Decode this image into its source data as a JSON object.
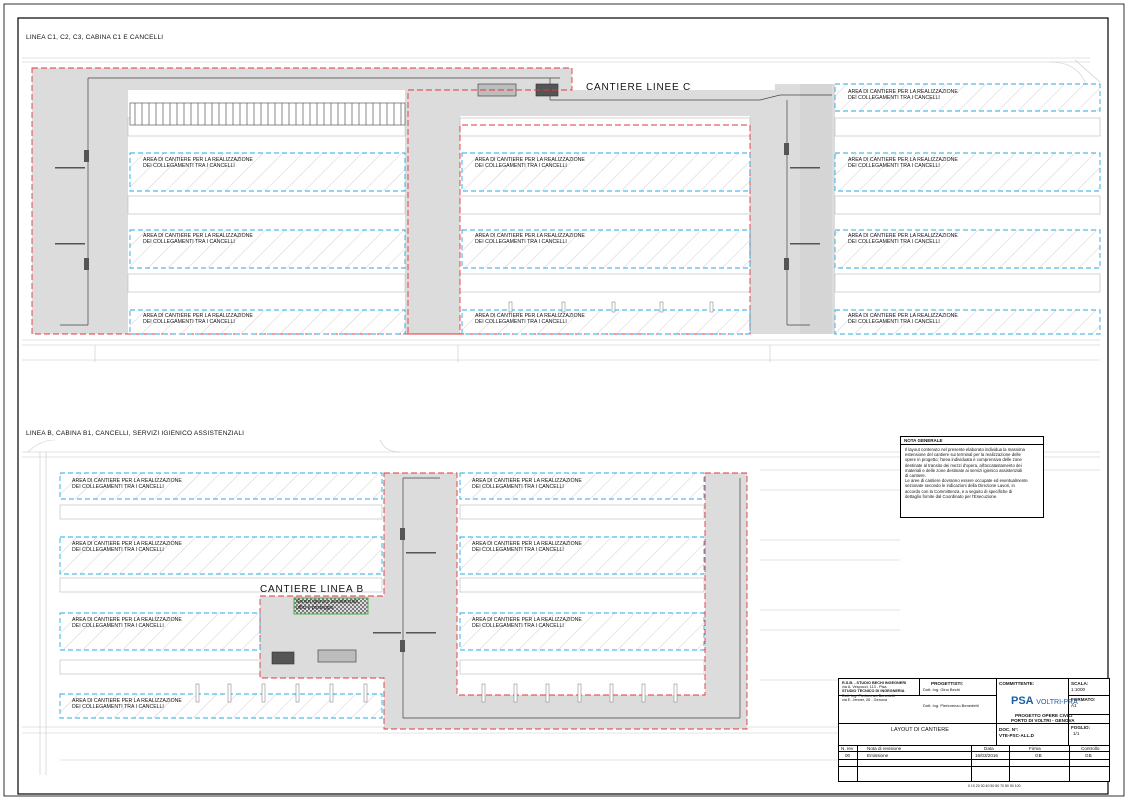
{
  "sections": {
    "top_title": "LINEA C1, C2, C3, CABINA C1 E CANCELLI",
    "bottom_title": "LINEA B, CABINA B1, CANCELLI, SERVIZI IGIENICO ASSISTENZIALI"
  },
  "sites": {
    "linea_c": "CANTIERE LINEE C",
    "linea_b": "CANTIERE LINEA B"
  },
  "area_label": {
    "line1": "AREA DI CANTIERE PER LA REALIZZAZIONE",
    "line2": "DEI COLLEGAMENTI TRA I CANCELLI"
  },
  "green_area": {
    "line1": "Servizi igienico assistenziali,",
    "line2": "uffici e posteggio"
  },
  "notes": {
    "heading": "NOTA GENERALE",
    "body": [
      "Il layout contenuto nel presente elaborato individua la massima",
      "estensione del cantiere sui terminal per la realizzazione delle",
      "opere in progetto; l'area individuata è comprensiva delle zone",
      "destinate al transito dei mezzi d'opera, all'accatastamento dei",
      "materiali e delle zone destinate ai servizi igienico assistenziali",
      "di cantiere.",
      "Le aree di cantiere dovranno essere occupate ed eventualmente",
      "sezionate secondo le indicazioni della Direzione Lavori, in",
      "accordo con la Committenza, e a seguito di specifiche di",
      "dettaglio fornite dal Coordinato per l'Esecuzione."
    ]
  },
  "title_block": {
    "studio": [
      "R.S.B. - STUDIO BECHI INGEGNERI",
      "via A. Vespucci, 113 - Pisa",
      "STUDIO TECNICO DI INGEGNERIA",
      "Dott. Ing. Pierlorenzo Benedetti",
      "via E. Jenner, 26 - Genova"
    ],
    "progettisti_label": "PROGETTISTI:",
    "progettisti": [
      "Dott. Ing. Gino Bechi",
      "Dott. Ing. Pierlorenzo Benedetti"
    ],
    "committente_label": "COMMITTENTE:",
    "logo_main": "PSA",
    "logo_sub": "VOLTRI-PRA",
    "scala_label": "SCALA:",
    "scala_value": "1:1000",
    "formato_label": "FORMATO:",
    "formato_value": "A1",
    "project_line1": "PROGETTO OPERE CIVILI",
    "project_line2": "PORTO DI VOLTRI - GENOVA",
    "drawing_title": "LAYOUT DI CANTIERE",
    "doc_label": "DOC. N°:",
    "doc_value": "VTE-PSC-ALL.D",
    "foglio_label": "FOGLIO:",
    "foglio_value": "1/1",
    "rev_headers": [
      "N. rev",
      "Nota di revisione",
      "Data",
      "Firma",
      "Controllo"
    ],
    "rev_row": [
      "00",
      "Emissione",
      "16/03/2016",
      "GB",
      "GB"
    ]
  },
  "scale_bar": "0    10    20    30    40    50    60    70    80    90    100"
}
